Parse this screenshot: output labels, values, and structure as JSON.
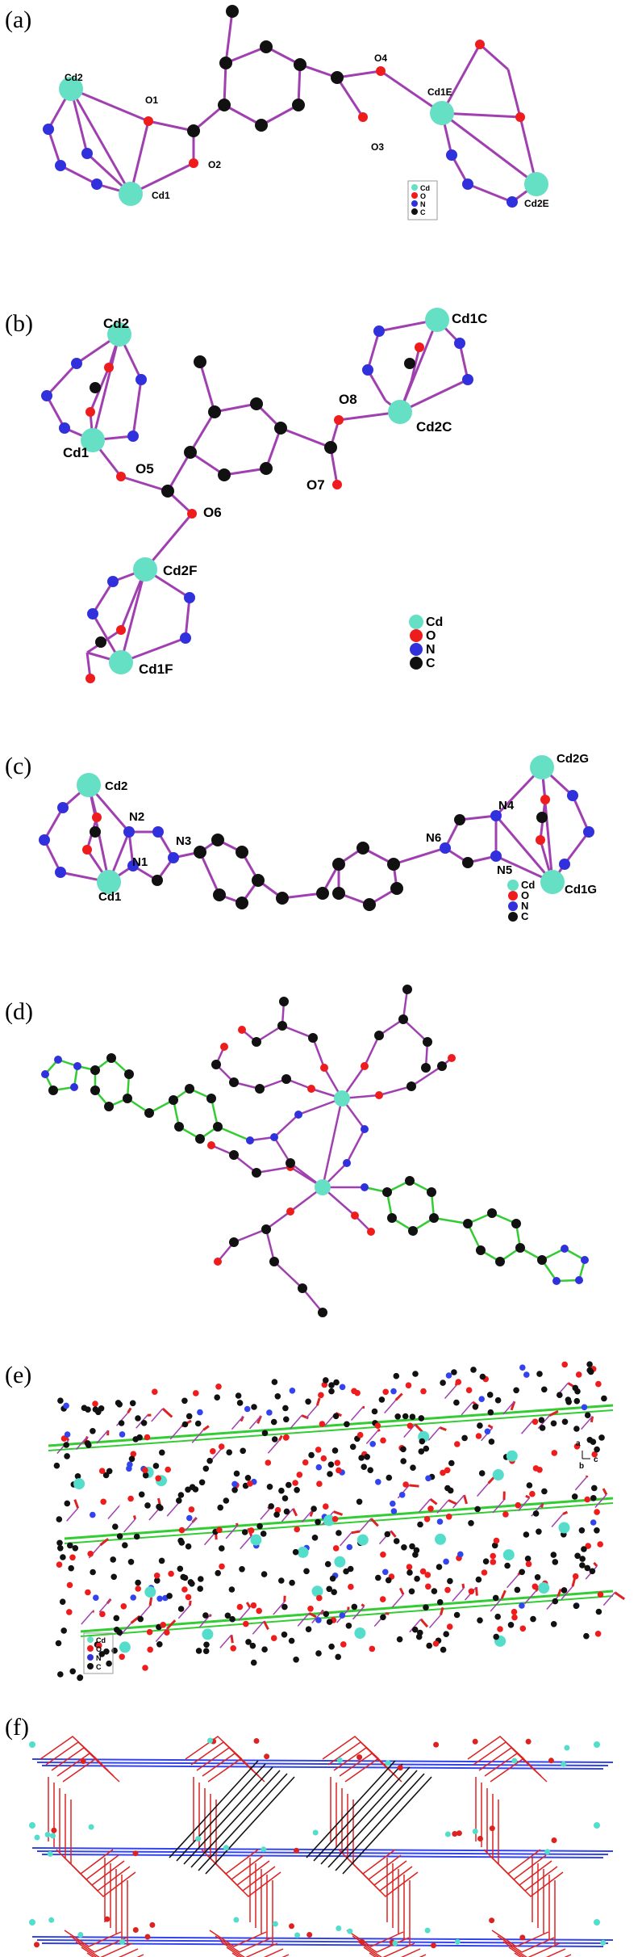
{
  "panels": [
    {
      "id": "a",
      "label": "(a)"
    },
    {
      "id": "b",
      "label": "(b)"
    },
    {
      "id": "c",
      "label": "(c)"
    },
    {
      "id": "d",
      "label": "(d)"
    },
    {
      "id": "e",
      "label": "(e)"
    },
    {
      "id": "f",
      "label": "(f)"
    }
  ],
  "atom_labels": {
    "a": {
      "cd2": "Cd2",
      "cd1": "Cd1",
      "o1": "O1",
      "o2": "O2",
      "o3": "O3",
      "o4": "O4",
      "cd1e": "Cd1E",
      "cd2e": "Cd2E"
    },
    "b": {
      "cd2": "Cd2",
      "cd1": "Cd1",
      "o5": "O5",
      "o6": "O6",
      "o7": "O7",
      "o8": "O8",
      "cd1c": "Cd1C",
      "cd2c": "Cd2C",
      "cd2f": "Cd2F",
      "cd1f": "Cd1F"
    },
    "c": {
      "cd2": "Cd2",
      "cd1": "Cd1",
      "n1": "N1",
      "n2": "N2",
      "n3": "N3",
      "n4": "N4",
      "n5": "N5",
      "n6": "N6",
      "cd2g": "Cd2G",
      "cd1g": "Cd1G"
    }
  },
  "axes_e": {
    "a": "a",
    "b": "b",
    "c": "c"
  },
  "legend": [
    {
      "element": "Cd",
      "color": "#66e0c4"
    },
    {
      "element": "O",
      "color": "#ee1c1c"
    },
    {
      "element": "N",
      "color": "#3030dd"
    },
    {
      "element": "C",
      "color": "#111111"
    }
  ],
  "colors": {
    "bond": "#a040b0",
    "bond_green": "#33cc33",
    "network_red": "#dd2222",
    "network_blue": "#3344ee",
    "network_black": "#111111",
    "node_cyan": "#55ddcc"
  }
}
